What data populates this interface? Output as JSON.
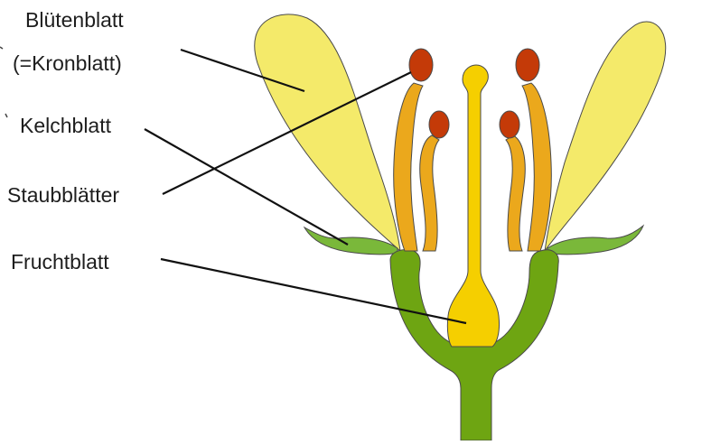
{
  "labels": {
    "petal_line1": "Blütenblatt",
    "petal_line2": "(=Kronblatt)",
    "sepal": "Kelchblatt",
    "stamens": "Staubblätter",
    "carpel": "Fruchtblatt"
  },
  "colors": {
    "petal": "#f4ea6a",
    "sepal": "#7ab83a",
    "receptacle": "#6ea512",
    "filament": "#eba81c",
    "anther": "#c43a08",
    "pistil": "#f5cf00",
    "outline": "#4a4a4a",
    "leader_line": "#111111",
    "text": "#1e1e1e"
  }
}
